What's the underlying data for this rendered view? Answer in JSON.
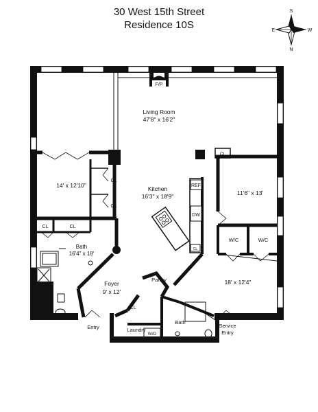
{
  "header": {
    "address": "30 West 15th Street",
    "unit": "Residence 10S"
  },
  "compass": {
    "north": "N",
    "south": "S",
    "east": "E",
    "west": "W"
  },
  "fixtures": {
    "fireplace": "F/P",
    "refrigerator": "REF",
    "dishwasher": "DW",
    "washer_dryer": "W/D"
  },
  "rooms": {
    "living_room": {
      "name": "Living Room",
      "dims": "47'8\" x 16'2\""
    },
    "bedroom_west": {
      "dims": "14' x 12'10\""
    },
    "kitchen": {
      "name": "Kitchen",
      "dims": "16'3\" x 18'9\""
    },
    "bedroom_east": {
      "dims": "11'6\" x 13'"
    },
    "bath_main": {
      "name": "Bath",
      "dims": "16'4\" x 18'"
    },
    "foyer": {
      "name": "Foyer",
      "dims": "9' x 12'"
    },
    "bedroom_southeast": {
      "dims": "18' x 12'4\""
    },
    "pantry": {
      "name": "Pantry"
    },
    "laundry": {
      "name": "Laundry"
    },
    "bath_small": {
      "name": "Bath"
    }
  },
  "closets": {
    "closet": "CL",
    "walk_in": "W/C"
  },
  "entries": {
    "main": "Entry",
    "service_line1": "Service",
    "service_line2": "Entry"
  }
}
